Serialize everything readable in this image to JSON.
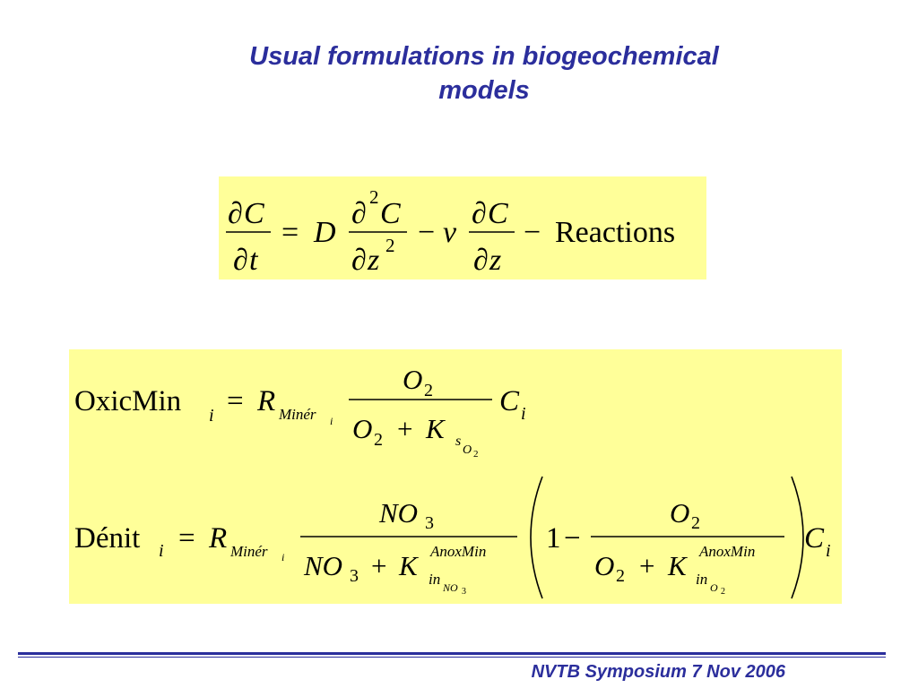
{
  "slide": {
    "title_line1": "Usual formulations in biogeochemical",
    "title_line2": "models",
    "footer": "NVTB Symposium 7 Nov 2006",
    "accent_color": "#2b2e9c",
    "box_color": "#ffff99"
  },
  "equation1": {
    "partial": "∂",
    "C": "C",
    "t": "t",
    "z": "z",
    "two": "2",
    "equals": "=",
    "D": "D",
    "minus": "−",
    "v": "v",
    "reactions": "Reactions"
  },
  "equation2": {
    "oxicmin": "OxicMin",
    "denit": "Dénit",
    "i": "i",
    "equals": "=",
    "plus": "+",
    "minus": "−",
    "R": "R",
    "miner": "Minér",
    "O": "O",
    "two": "2",
    "three": "3",
    "one": "1",
    "NO": "NO",
    "K": "K",
    "s": "s",
    "in": "in",
    "anoxmin": "AnoxMin",
    "C": "C"
  }
}
